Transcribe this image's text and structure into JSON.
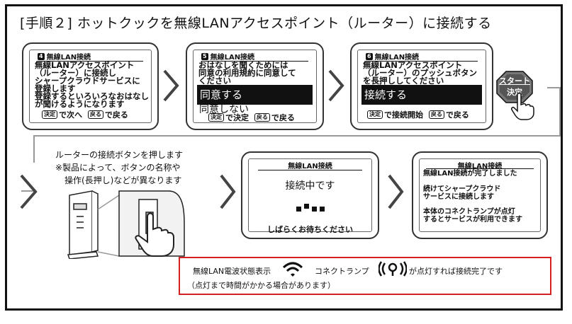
{
  "title": "[手順２] ホットクックを無線LANアクセスポイント（ルーター）に接続する",
  "step4": {
    "badge": "4",
    "header": "無線LAN接続",
    "text": "無線LANアクセスポイント\n（ルーター）に接続し\nシャープクラウドサービスに\n登録します\n登録するといろいろなおはなし\nが聞けるようになります",
    "key1": "決定",
    "key1_text": "で次へ",
    "key2": "戻る",
    "key2_text": "で戻る"
  },
  "step5": {
    "badge": "5",
    "header": "無線LAN接続",
    "text": "おはなしを聞くためには\n同意の利用規約に同意して\nください",
    "option_selected": "同意する",
    "option_other": "同意しない",
    "key1": "決定",
    "key1_text": "で決定",
    "key2": "戻る",
    "key2_text": "で戻る"
  },
  "step6": {
    "badge": "6",
    "header": "無線LAN接続",
    "text": "無線LANアクセスポイント\n（ルーター）のプッシュボタン\nを長押ししてください",
    "option_selected": "接続する",
    "key1": "決定",
    "key1_text": "で接続開始",
    "key2": "戻る",
    "key2_text": "で戻る"
  },
  "start_button": {
    "line1": "スタート",
    "line2": "決定"
  },
  "router_note": {
    "line1": "ルーターの接続ボタンを押します",
    "line2": "※製品によって、ボタンの名称や",
    "line3": "操作(長押し)などが異なります"
  },
  "connecting": {
    "header": "無線LAN接続",
    "status": "接続中です",
    "wait": "しばらくお待ちください"
  },
  "complete": {
    "header": "無線LAN接続",
    "line1": "無線LAN接続が完了しました",
    "line2": "続けてシャープクラウド\nサービスに接続します",
    "line3": "本体のコネクトランプが点灯\nするとサービスが利用できます"
  },
  "notice": {
    "label1": "無線LAN電波状態表示",
    "label2": "コネクトランプ",
    "label3": "が点灯すれば接続完了です",
    "line2": "（点灯まで時間がかかる場合があります）",
    "border_color": "#d42020"
  }
}
